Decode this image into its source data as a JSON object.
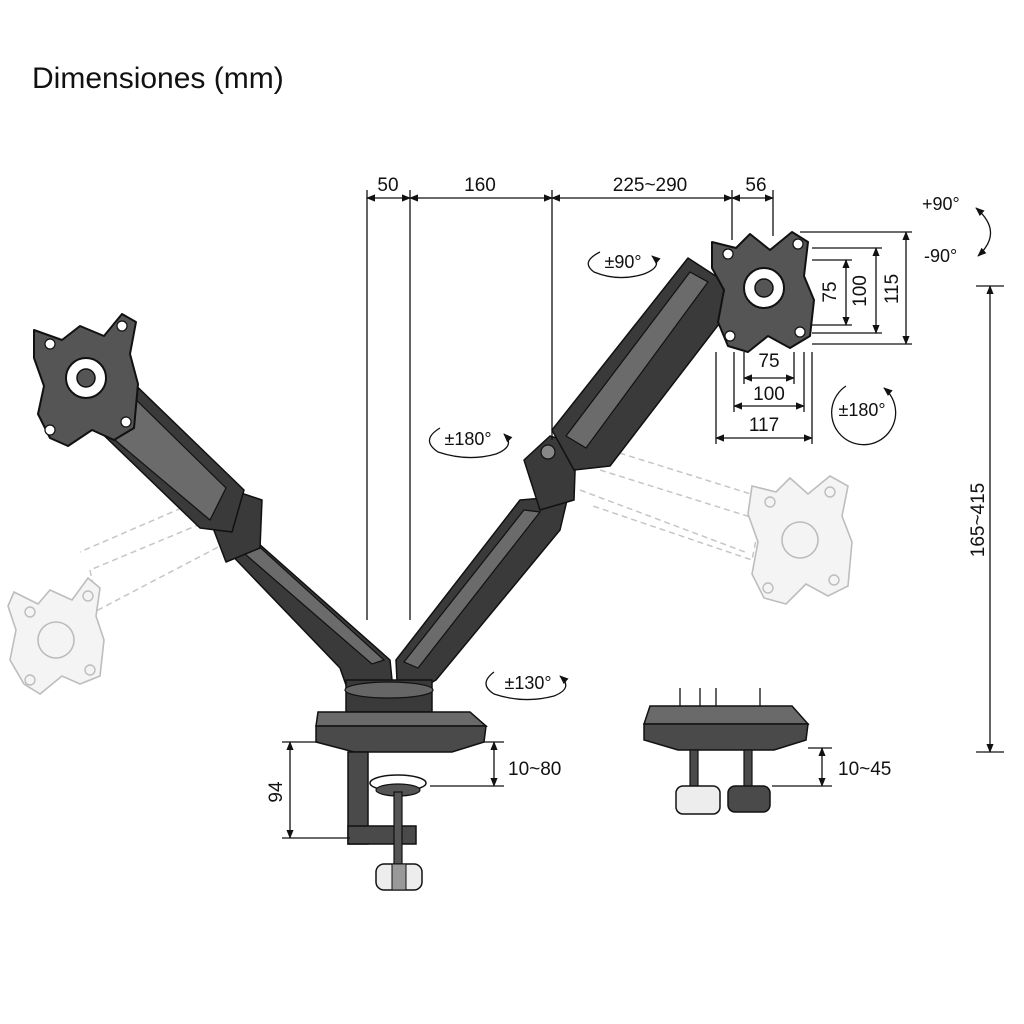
{
  "title": "Dimensiones (mm)",
  "dimensions": {
    "top_offset": "50",
    "arm_segment": "160",
    "arm_extension": "225~290",
    "plate_depth": "56",
    "vesa_v_75": "75",
    "vesa_v_100": "100",
    "plate_v_115": "115",
    "vesa_h_75": "75",
    "vesa_h_100": "100",
    "plate_h_117": "117",
    "height_range": "165~415",
    "pole_height": "94",
    "clamp_range": "10~80",
    "grommet_range": "10~45"
  },
  "rotations": {
    "tilt_up": "+90°",
    "tilt_down": "-90°",
    "swivel_90": "±90°",
    "rotate_180_center": "±180°",
    "rotate_180_plate": "±180°",
    "base_130": "±130°"
  }
}
